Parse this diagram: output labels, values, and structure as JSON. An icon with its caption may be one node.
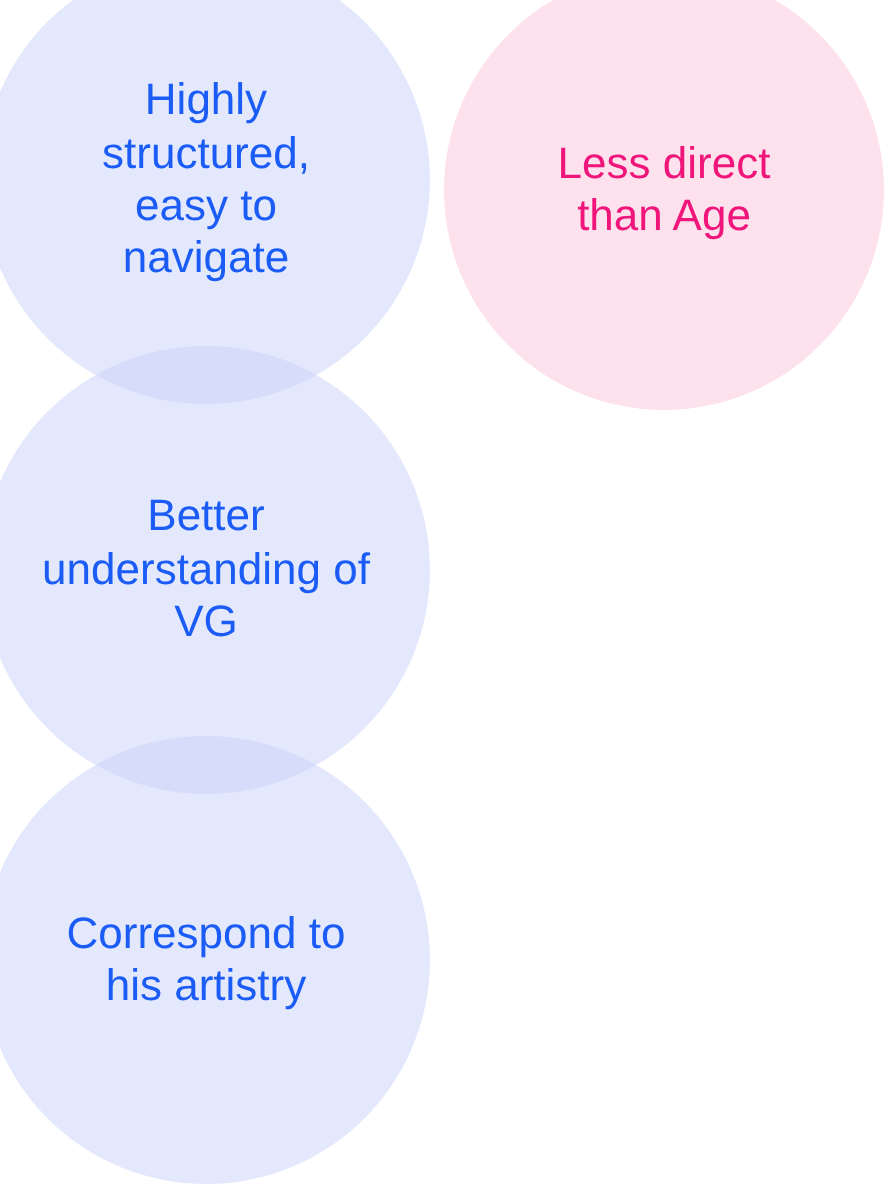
{
  "diagram": {
    "nodes": [
      {
        "text": [
          "Highly structured, easy to navigate"
        ]
      },
      {
        "text": [
          "Less direct than Age"
        ]
      },
      {
        "text": [
          "Better understanding of VG"
        ]
      },
      {
        "text": [
          "Correspond to his artistry"
        ]
      }
    ]
  }
}
